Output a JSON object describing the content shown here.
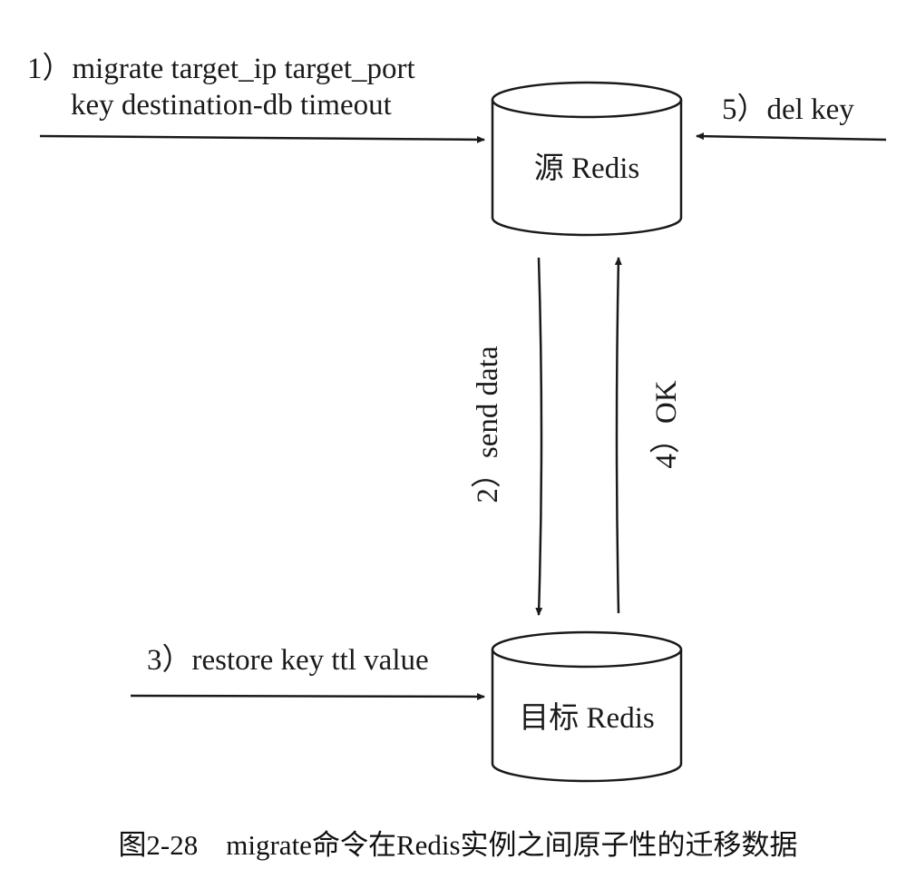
{
  "nodes": {
    "source": {
      "label": "源 Redis"
    },
    "target": {
      "label": "目标 Redis"
    }
  },
  "edges": {
    "step1": {
      "line1": "1）migrate target_ip target_port",
      "line2": "key destination-db timeout"
    },
    "step2": {
      "label": "2）send data"
    },
    "step3": {
      "label": "3）restore key ttl value"
    },
    "step4": {
      "label": "4）OK"
    },
    "step5": {
      "label": "5）del key"
    }
  },
  "caption": "图2-28　migrate命令在Redis实例之间原子性的迁移数据",
  "colors": {
    "stroke": "#1a1a1a",
    "background": "#ffffff"
  }
}
